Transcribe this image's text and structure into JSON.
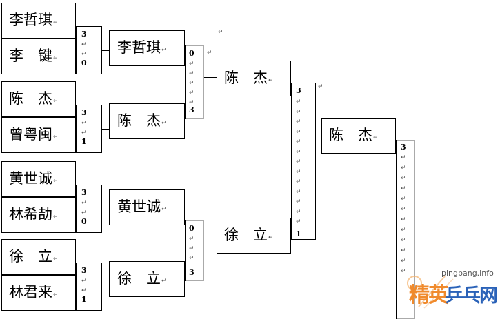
{
  "bracket": {
    "paragraph_mark": "↵",
    "round1": [
      {
        "top": "李哲琪",
        "bottom": "李　键",
        "score_top": "3",
        "score_bottom": "0"
      },
      {
        "top": "陈　杰",
        "bottom": "曾粤闽",
        "score_top": "3",
        "score_bottom": "1"
      },
      {
        "top": "黄世诚",
        "bottom": "林希劼",
        "score_top": "3",
        "score_bottom": "0"
      },
      {
        "top": "徐　立",
        "bottom": "林君来",
        "score_top": "3",
        "score_bottom": "1"
      }
    ],
    "round2": [
      {
        "top": "李哲琪",
        "bottom": "陈　杰",
        "score_top": "0",
        "score_bottom": "3"
      },
      {
        "top": "黄世诚",
        "bottom": "徐　立",
        "score_top": "0",
        "score_bottom": "3"
      }
    ],
    "round3": [
      {
        "top": "陈　杰",
        "bottom": "徐　立",
        "score_top": "3",
        "score_bottom": "1"
      }
    ],
    "final": {
      "name": "陈　杰",
      "score": "3"
    }
  },
  "watermark": {
    "url": "pingpang.info",
    "logo_left": "精英",
    "logo_right": "乒乓网"
  }
}
